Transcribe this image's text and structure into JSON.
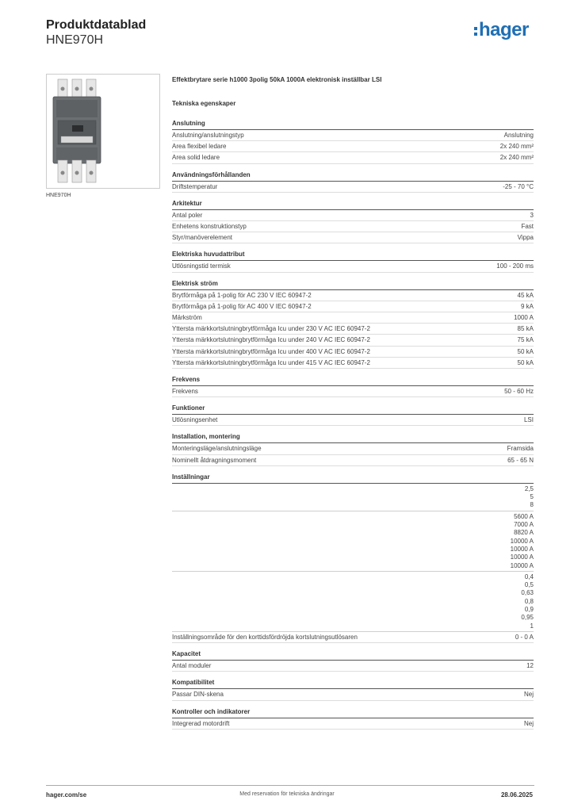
{
  "header": {
    "title": "Produktdatablad",
    "code": "HNE970H",
    "logo_text": "hager"
  },
  "product": {
    "image_caption": "HNE970H",
    "description": "Effektbrytare serie  h1000 3polig 50kA 1000A elektronisk inställbar LSI",
    "tech_heading": "Tekniska egenskaper"
  },
  "sections": [
    {
      "title": "Anslutning",
      "rows": [
        {
          "label": "Anslutning/anslutningstyp",
          "value": "Anslutning"
        },
        {
          "label": "Area flexibel ledare",
          "value": "2x 240 mm²"
        },
        {
          "label": "Area solid ledare",
          "value": "2x 240 mm²"
        }
      ]
    },
    {
      "title": "Användningsförhållanden",
      "rows": [
        {
          "label": "Driftstemperatur",
          "value": "-25 - 70 °C"
        }
      ]
    },
    {
      "title": "Arkitektur",
      "rows": [
        {
          "label": "Antal poler",
          "value": "3"
        },
        {
          "label": "Enhetens konstruktionstyp",
          "value": "Fast"
        },
        {
          "label": "Styr/manöverelement",
          "value": "Vippa"
        }
      ]
    },
    {
      "title": "Elektriska huvudattribut",
      "rows": [
        {
          "label": "Utlösningstid termisk",
          "value": "100 - 200 ms"
        }
      ]
    },
    {
      "title": "Elektrisk ström",
      "rows": [
        {
          "label": "Brytförmåga på 1-polig för AC 230 V IEC 60947-2",
          "value": "45 kA"
        },
        {
          "label": "Brytförmåga på 1-polig för AC 400 V IEC 60947-2",
          "value": "9 kA"
        },
        {
          "label": "Märkström",
          "value": "1000 A"
        },
        {
          "label": "Yttersta märkkortslutningbrytförmåga Icu under 230 V AC IEC 60947-2",
          "value": "85 kA"
        },
        {
          "label": "Yttersta märkkortslutningbrytförmåga Icu under 240 V AC IEC 60947-2",
          "value": "75 kA"
        },
        {
          "label": "Yttersta märkkortslutningbrytförmåga Icu under 400 V AC IEC 60947-2",
          "value": "50 kA"
        },
        {
          "label": "Yttersta märkkortslutningbrytförmåga Icu under 415 V AC IEC 60947-2",
          "value": "50 kA"
        }
      ]
    },
    {
      "title": "Frekvens",
      "rows": [
        {
          "label": "Frekvens",
          "value": "50 - 60 Hz"
        }
      ]
    },
    {
      "title": "Funktioner",
      "rows": [
        {
          "label": "Utlösningsenhet",
          "value": "LSI"
        }
      ]
    },
    {
      "title": "Installation, montering",
      "rows": [
        {
          "label": "Monteringsläge/anslutningsläge",
          "value": "Framsida"
        },
        {
          "label": "Nominellt åtdragningsmoment",
          "value": "65 - 65 N"
        }
      ]
    }
  ],
  "installningar": {
    "title": "Inställningar",
    "group1": [
      "2,5",
      "5",
      "8"
    ],
    "group2": [
      "5600 A",
      "7000 A",
      "8820 A",
      "10000 A",
      "10000 A",
      "10000 A",
      "10000 A"
    ],
    "group3": [
      "0,4",
      "0,5",
      "0,63",
      "0,8",
      "0,9",
      "0,95",
      "1"
    ],
    "row_label": "Inställningsområde för den korttidsfördröjda kortslutningsutlösaren",
    "row_value": "0 - 0 A"
  },
  "sections_after": [
    {
      "title": "Kapacitet",
      "rows": [
        {
          "label": "Antal moduler",
          "value": "12"
        }
      ]
    },
    {
      "title": "Kompatibilitet",
      "rows": [
        {
          "label": "Passar DIN-skena",
          "value": "Nej"
        }
      ]
    },
    {
      "title": "Kontroller och indikatorer",
      "rows": [
        {
          "label": "Integrerad motordrift",
          "value": "Nej"
        }
      ]
    }
  ],
  "footer": {
    "website": "hager.com/se",
    "disclaimer": "Med reservation för tekniska ändringar",
    "date": "28.06.2025"
  },
  "colors": {
    "brand": "#1f6fb4",
    "text": "#333333"
  }
}
